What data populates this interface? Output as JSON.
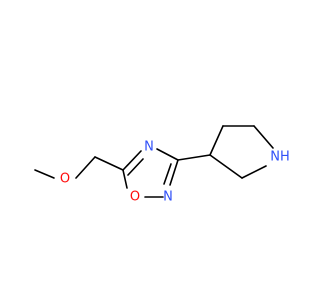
{
  "molecule": {
    "colors": {
      "oxygen": "#ff0d0d",
      "nitrogen": "#3050f8",
      "carbon_bond": "#000000"
    },
    "atoms": {
      "methoxy_o": {
        "symbol": "O",
        "element": "oxygen"
      },
      "ring_n4": {
        "symbol": "N",
        "element": "nitrogen"
      },
      "ring_o1": {
        "symbol": "O",
        "element": "oxygen"
      },
      "ring_n2": {
        "symbol": "N",
        "element": "nitrogen"
      },
      "pyrrolidine_nh": {
        "symbol": "NH",
        "element": "nitrogen"
      }
    }
  }
}
